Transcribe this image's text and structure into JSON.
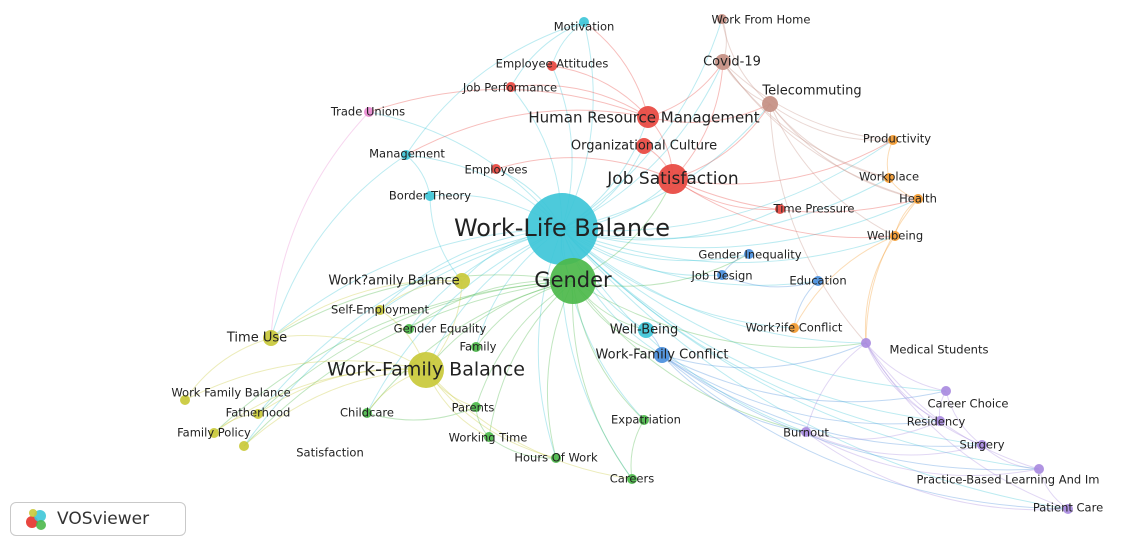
{
  "app": {
    "name": "VOSviewer",
    "logo_icon": "vosviewer-logo-icon"
  },
  "cluster_colors": {
    "red": "#e8463f",
    "green": "#4cb84a",
    "cyan": "#3ec6d8",
    "yellow": "#c9c93a",
    "purple": "#a98be0",
    "orange": "#f39a2f",
    "brown": "#c48f83",
    "blue": "#4a8fdd",
    "pink": "#e889d0"
  },
  "network": {
    "nodes": [
      {
        "id": "motivation",
        "label": "Motivation",
        "cluster": "cyan",
        "weight": 1
      },
      {
        "id": "work_from_home",
        "label": "Work From Home",
        "cluster": "brown",
        "weight": 1
      },
      {
        "id": "employee_attitudes",
        "label": "Employee Attitudes",
        "cluster": "red",
        "weight": 1
      },
      {
        "id": "covid19",
        "label": "Covid-19",
        "cluster": "brown",
        "weight": 2
      },
      {
        "id": "job_performance",
        "label": "Job Performance",
        "cluster": "red",
        "weight": 1
      },
      {
        "id": "telecommuting",
        "label": "Telecommuting",
        "cluster": "brown",
        "weight": 2
      },
      {
        "id": "trade_unions",
        "label": "Trade Unions",
        "cluster": "pink",
        "weight": 1
      },
      {
        "id": "hrm",
        "label": "Human Resource Management",
        "cluster": "red",
        "weight": 3
      },
      {
        "id": "productivity",
        "label": "Productivity",
        "cluster": "orange",
        "weight": 1
      },
      {
        "id": "org_culture",
        "label": "Organizational Culture",
        "cluster": "red",
        "weight": 2
      },
      {
        "id": "management",
        "label": "Management",
        "cluster": "cyan",
        "weight": 1
      },
      {
        "id": "employees",
        "label": "Employees",
        "cluster": "red",
        "weight": 1
      },
      {
        "id": "job_satisfaction",
        "label": "Job Satisfaction",
        "cluster": "red",
        "weight": 4
      },
      {
        "id": "workplace",
        "label": "Workplace",
        "cluster": "orange",
        "weight": 1
      },
      {
        "id": "border_theory",
        "label": "Border Theory",
        "cluster": "cyan",
        "weight": 1
      },
      {
        "id": "health",
        "label": "Health",
        "cluster": "orange",
        "weight": 1
      },
      {
        "id": "time_pressure",
        "label": "Time Pressure",
        "cluster": "red",
        "weight": 1
      },
      {
        "id": "wlb",
        "label": "Work-Life Balance",
        "cluster": "cyan",
        "weight": 9
      },
      {
        "id": "wellbeing",
        "label": "Wellbeing",
        "cluster": "orange",
        "weight": 1
      },
      {
        "id": "gender_inequality",
        "label": "Gender Inequality",
        "cluster": "blue",
        "weight": 1
      },
      {
        "id": "job_design",
        "label": "Job Design",
        "cluster": "blue",
        "weight": 1
      },
      {
        "id": "wfamb",
        "label": "Work?amily Balance",
        "cluster": "yellow",
        "weight": 2
      },
      {
        "id": "gender",
        "label": "Gender",
        "cluster": "green",
        "weight": 6
      },
      {
        "id": "education",
        "label": "Education",
        "cluster": "blue",
        "weight": 1
      },
      {
        "id": "self_employment",
        "label": "Self-Employment",
        "cluster": "yellow",
        "weight": 1
      },
      {
        "id": "gender_equality",
        "label": "Gender Equality",
        "cluster": "green",
        "weight": 1
      },
      {
        "id": "well_being",
        "label": "Well-Being",
        "cluster": "cyan",
        "weight": 2
      },
      {
        "id": "wifec",
        "label": "Work?ife Conflict",
        "cluster": "orange",
        "weight": 1
      },
      {
        "id": "time_use",
        "label": "Time Use",
        "cluster": "yellow",
        "weight": 2
      },
      {
        "id": "family",
        "label": "Family",
        "cluster": "green",
        "weight": 1
      },
      {
        "id": "medical_students",
        "label": "Medical Students",
        "cluster": "purple",
        "weight": 1
      },
      {
        "id": "wfc",
        "label": "Work-Family Conflict",
        "cluster": "blue",
        "weight": 2
      },
      {
        "id": "wfb",
        "label": "Work-Family Balance",
        "cluster": "yellow",
        "weight": 5
      },
      {
        "id": "work_family_balance2",
        "label": "Work Family Balance",
        "cluster": "yellow",
        "weight": 1
      },
      {
        "id": "fatherhood",
        "label": "Fatherhood",
        "cluster": "yellow",
        "weight": 1
      },
      {
        "id": "childcare",
        "label": "Childcare",
        "cluster": "green",
        "weight": 1
      },
      {
        "id": "parents",
        "label": "Parents",
        "cluster": "green",
        "weight": 1
      },
      {
        "id": "career_choice",
        "label": "Career Choice",
        "cluster": "purple",
        "weight": 1
      },
      {
        "id": "expatriation",
        "label": "Expatriation",
        "cluster": "green",
        "weight": 1
      },
      {
        "id": "residency",
        "label": "Residency",
        "cluster": "purple",
        "weight": 1
      },
      {
        "id": "family_policy",
        "label": "Family Policy",
        "cluster": "yellow",
        "weight": 1
      },
      {
        "id": "working_time",
        "label": "Working Time",
        "cluster": "green",
        "weight": 1
      },
      {
        "id": "burnout",
        "label": "Burnout",
        "cluster": "purple",
        "weight": 1
      },
      {
        "id": "surgery",
        "label": "Surgery",
        "cluster": "purple",
        "weight": 1
      },
      {
        "id": "satisfaction",
        "label": "Satisfaction",
        "cluster": "yellow",
        "weight": 1
      },
      {
        "id": "hours_of_work",
        "label": "Hours Of Work",
        "cluster": "green",
        "weight": 1
      },
      {
        "id": "pbl",
        "label": "Practice-Based Learning And Im",
        "cluster": "purple",
        "weight": 1
      },
      {
        "id": "careers",
        "label": "Careers",
        "cluster": "green",
        "weight": 1
      },
      {
        "id": "patient_care",
        "label": "Patient Care",
        "cluster": "purple",
        "weight": 1
      }
    ],
    "edges": [
      [
        "wlb",
        "gender"
      ],
      [
        "wlb",
        "job_satisfaction"
      ],
      [
        "wlb",
        "hrm"
      ],
      [
        "wlb",
        "motivation"
      ],
      [
        "wlb",
        "employee_attitudes"
      ],
      [
        "wlb",
        "covid19"
      ],
      [
        "wlb",
        "telecommuting"
      ],
      [
        "wlb",
        "productivity"
      ],
      [
        "wlb",
        "workplace"
      ],
      [
        "wlb",
        "health"
      ],
      [
        "wlb",
        "wellbeing"
      ],
      [
        "wlb",
        "management"
      ],
      [
        "wlb",
        "employees"
      ],
      [
        "wlb",
        "border_theory"
      ],
      [
        "wlb",
        "wfamb"
      ],
      [
        "wlb",
        "time_use"
      ],
      [
        "wlb",
        "wfb"
      ],
      [
        "wlb",
        "well_being"
      ],
      [
        "wlb",
        "wfc"
      ],
      [
        "wlb",
        "medical_students"
      ],
      [
        "wlb",
        "burnout"
      ],
      [
        "wlb",
        "career_choice"
      ],
      [
        "wlb",
        "org_culture"
      ],
      [
        "wlb",
        "job_performance"
      ],
      [
        "wlb",
        "trade_unions"
      ],
      [
        "wlb",
        "gender_inequality"
      ],
      [
        "wlb",
        "job_design"
      ],
      [
        "wlb",
        "education"
      ],
      [
        "wlb",
        "wifec"
      ],
      [
        "wlb",
        "time_pressure"
      ],
      [
        "wlb",
        "work_from_home"
      ],
      [
        "wlb",
        "self_employment"
      ],
      [
        "wlb",
        "gender_equality"
      ],
      [
        "wlb",
        "family"
      ],
      [
        "wlb",
        "childcare"
      ],
      [
        "wlb",
        "hours_of_work"
      ],
      [
        "wlb",
        "careers"
      ],
      [
        "wlb",
        "expatriation"
      ],
      [
        "wlb",
        "satisfaction"
      ],
      [
        "wlb",
        "fatherhood"
      ],
      [
        "wlb",
        "pbl"
      ],
      [
        "wlb",
        "surgery"
      ],
      [
        "wlb",
        "residency"
      ],
      [
        "wlb",
        "patient_care"
      ],
      [
        "gender",
        "wfb"
      ],
      [
        "gender",
        "gender_equality"
      ],
      [
        "gender",
        "childcare"
      ],
      [
        "gender",
        "parents"
      ],
      [
        "gender",
        "working_time"
      ],
      [
        "gender",
        "hours_of_work"
      ],
      [
        "gender",
        "careers"
      ],
      [
        "gender",
        "expatriation"
      ],
      [
        "gender",
        "family"
      ],
      [
        "gender",
        "well_being"
      ],
      [
        "gender",
        "wfc"
      ],
      [
        "gender",
        "job_satisfaction"
      ],
      [
        "gender",
        "time_use"
      ],
      [
        "gender",
        "fatherhood"
      ],
      [
        "gender",
        "family_policy"
      ],
      [
        "gender",
        "satisfaction"
      ],
      [
        "gender",
        "burnout"
      ],
      [
        "gender",
        "medical_students"
      ],
      [
        "gender",
        "gender_inequality"
      ],
      [
        "wfb",
        "time_use"
      ],
      [
        "wfb",
        "work_family_balance2"
      ],
      [
        "wfb",
        "fatherhood"
      ],
      [
        "wfb",
        "family_policy"
      ],
      [
        "wfb",
        "satisfaction"
      ],
      [
        "wfb",
        "childcare"
      ],
      [
        "wfb",
        "parents"
      ],
      [
        "wfb",
        "working_time"
      ],
      [
        "wfb",
        "hours_of_work"
      ],
      [
        "wfb",
        "self_employment"
      ],
      [
        "wfb",
        "wfamb"
      ],
      [
        "wfb",
        "careers"
      ],
      [
        "wfc",
        "burnout"
      ],
      [
        "wfc",
        "medical_students"
      ],
      [
        "wfc",
        "career_choice"
      ],
      [
        "wfc",
        "residency"
      ],
      [
        "wfc",
        "surgery"
      ],
      [
        "wfc",
        "pbl"
      ],
      [
        "wfc",
        "patient_care"
      ],
      [
        "wfc",
        "well_being"
      ],
      [
        "medical_students",
        "career_choice"
      ],
      [
        "medical_students",
        "residency"
      ],
      [
        "medical_students",
        "surgery"
      ],
      [
        "medical_students",
        "pbl"
      ],
      [
        "medical_students",
        "patient_care"
      ],
      [
        "medical_students",
        "burnout"
      ],
      [
        "burnout",
        "pbl"
      ],
      [
        "burnout",
        "patient_care"
      ],
      [
        "burnout",
        "surgery"
      ],
      [
        "burnout",
        "residency"
      ],
      [
        "career_choice",
        "surgery"
      ],
      [
        "career_choice",
        "residency"
      ],
      [
        "surgery",
        "pbl"
      ],
      [
        "pbl",
        "patient_care"
      ],
      [
        "job_satisfaction",
        "hrm"
      ],
      [
        "job_satisfaction",
        "org_culture"
      ],
      [
        "job_satisfaction",
        "employees"
      ],
      [
        "job_satisfaction",
        "time_pressure"
      ],
      [
        "job_satisfaction",
        "covid19"
      ],
      [
        "job_satisfaction",
        "telecommuting"
      ],
      [
        "job_satisfaction",
        "productivity"
      ],
      [
        "job_satisfaction",
        "wellbeing"
      ],
      [
        "job_satisfaction",
        "health"
      ],
      [
        "hrm",
        "employee_attitudes"
      ],
      [
        "hrm",
        "job_performance"
      ],
      [
        "hrm",
        "motivation"
      ],
      [
        "hrm",
        "trade_unions"
      ],
      [
        "hrm",
        "management"
      ],
      [
        "hrm",
        "covid19"
      ],
      [
        "hrm",
        "telecommuting"
      ],
      [
        "covid19",
        "telecommuting"
      ],
      [
        "covid19",
        "work_from_home"
      ],
      [
        "covid19",
        "productivity"
      ],
      [
        "covid19",
        "workplace"
      ],
      [
        "covid19",
        "health"
      ],
      [
        "telecommuting",
        "productivity"
      ],
      [
        "telecommuting",
        "workplace"
      ],
      [
        "telecommuting",
        "wellbeing"
      ],
      [
        "telecommuting",
        "health"
      ],
      [
        "telecommuting",
        "medical_students"
      ],
      [
        "work_from_home",
        "telecommuting"
      ],
      [
        "productivity",
        "workplace"
      ],
      [
        "workplace",
        "health"
      ],
      [
        "health",
        "wellbeing"
      ],
      [
        "wellbeing",
        "medical_students"
      ],
      [
        "wellbeing",
        "wifec"
      ],
      [
        "health",
        "medical_students"
      ],
      [
        "motivation",
        "employee_attitudes"
      ],
      [
        "motivation",
        "job_performance"
      ],
      [
        "motivation",
        "management"
      ],
      [
        "border_theory",
        "wfamb"
      ],
      [
        "border_theory",
        "management"
      ],
      [
        "wfamb",
        "self_employment"
      ],
      [
        "wfamb",
        "time_use"
      ],
      [
        "time_use",
        "work_family_balance2"
      ],
      [
        "fatherhood",
        "family_policy"
      ],
      [
        "childcare",
        "parents"
      ],
      [
        "parents",
        "working_time"
      ],
      [
        "working_time",
        "hours_of_work"
      ],
      [
        "expatriation",
        "careers"
      ],
      [
        "gender_inequality",
        "job_design"
      ],
      [
        "job_design",
        "education"
      ],
      [
        "education",
        "wifec"
      ],
      [
        "trade_unions",
        "time_use"
      ],
      [
        "management",
        "time_use"
      ]
    ]
  }
}
